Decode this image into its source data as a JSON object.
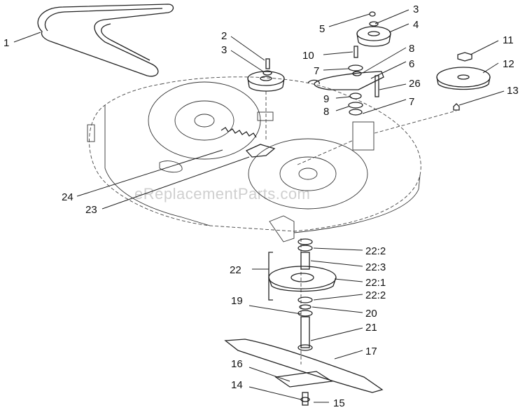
{
  "watermark": "eReplacementParts.com",
  "callouts": {
    "c1": "1",
    "c2": "2",
    "c3a": "3",
    "c3b": "3",
    "c4": "4",
    "c5": "5",
    "c6": "6",
    "c7a": "7",
    "c7b": "7",
    "c8a": "8",
    "c8b": "8",
    "c9": "9",
    "c10": "10",
    "c11": "11",
    "c12": "12",
    "c13": "13",
    "c14": "14",
    "c15": "15",
    "c16": "16",
    "c17": "17",
    "c19": "19",
    "c20": "20",
    "c21": "21",
    "c22": "22",
    "c22_2a": "22:2",
    "c22_3": "22:3",
    "c22_1": "22:1",
    "c22_2b": "22:2",
    "c23": "23",
    "c24": "24",
    "c26": "26"
  }
}
